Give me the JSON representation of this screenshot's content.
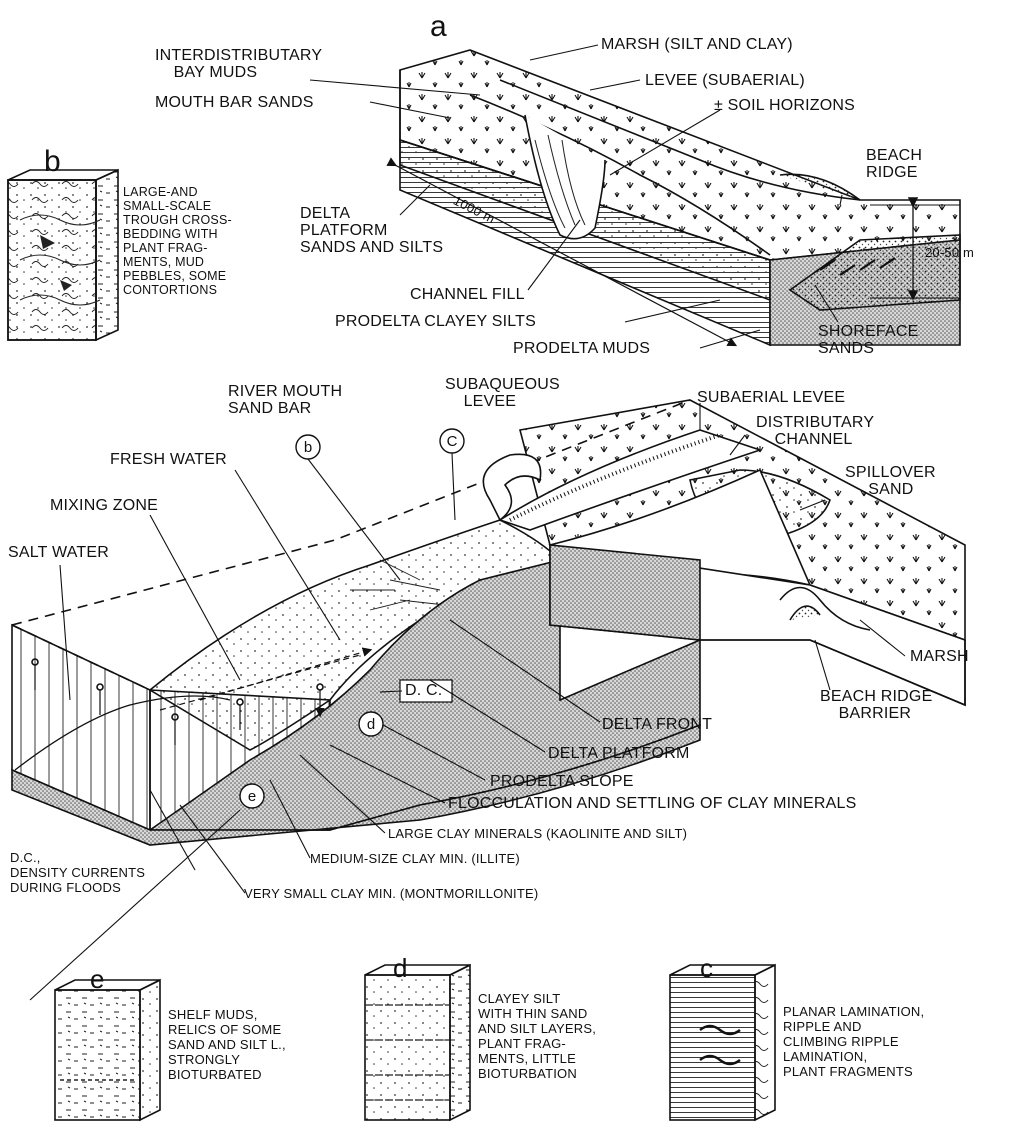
{
  "panel_letters": {
    "a": "a",
    "b": "b",
    "c": "c",
    "d": "d",
    "e": "e"
  },
  "upper_block": {
    "interdistributary": "INTERDISTRIBUTARY\n    BAY MUDS",
    "mouth_bar_sands": "MOUTH BAR SANDS",
    "marsh": "MARSH (SILT AND CLAY)",
    "levee": "LEVEE (SUBAERIAL)",
    "soil_horizons": "± SOIL HORIZONS",
    "beach_ridge": "BEACH\nRIDGE",
    "scale_length": "1000 m",
    "thickness": "20-50 m",
    "delta_platform": "DELTA\nPLATFORM\nSANDS AND SILTS",
    "channel_fill": "CHANNEL FILL",
    "prodelta_clayey_silts": "PRODELTA CLAYEY SILTS",
    "prodelta_muds": "PRODELTA MUDS",
    "shoreface_sands": "SHOREFACE\nSANDS"
  },
  "column_b": {
    "letter": "b",
    "description": "LARGE-AND\nSMALL-SCALE\nTROUGH CROSS-\nBEDDING WITH\nPLANT FRAG-\nMENTS, MUD\nPEBBLES, SOME\nCONTORTIONS"
  },
  "lower_block": {
    "river_mouth_sand_bar": "RIVER MOUTH\nSAND BAR",
    "subaqueous_levee": "SUBAQUEOUS\n    LEVEE",
    "subaerial_levee": "SUBAERIAL LEVEE",
    "distributary_channel": "DISTRIBUTARY\n    CHANNEL",
    "spillover_sand": "SPILLOVER\n     SAND",
    "fresh_water": "FRESH WATER",
    "mixing_zone": "MIXING ZONE",
    "salt_water": "SALT WATER",
    "marsh": "MARSH",
    "beach_ridge_barrier": "BEACH RIDGE\n    BARRIER",
    "dc_marker": "D. C.",
    "delta_front": "DELTA FRONT",
    "delta_platform": "DELTA PLATFORM",
    "prodelta_slope": "PRODELTA SLOPE",
    "flocculation": "FLOCCULATION AND SETTLING OF CLAY MINERALS",
    "large_clay": "LARGE CLAY MINERALS (KAOLINITE AND SILT)",
    "medium_clay": "MEDIUM-SIZE CLAY MIN. (ILLITE)",
    "very_small_clay": "VERY SMALL CLAY MIN. (MONTMORILLONITE)",
    "density_currents": "D.C.,\nDENSITY CURRENTS\nDURING FLOODS",
    "marker_b": "b",
    "marker_c": "C",
    "marker_d": "d",
    "marker_e": "e"
  },
  "column_e": {
    "letter": "e",
    "description": "SHELF MUDS,\nRELICS OF SOME\nSAND AND SILT L.,\nSTRONGLY\nBIOTURBATED"
  },
  "column_d": {
    "letter": "d",
    "description": "CLAYEY SILT\nWITH THIN SAND\nAND SILT LAYERS,\nPLANT FRAG-\nMENTS, LITTLE\nBIOTURBATION"
  },
  "column_c": {
    "letter": "c",
    "description": "PLANAR LAMINATION,\nRIPPLE AND\nCLIMBING RIPPLE\nLAMINATION,\nPLANT FRAGMENTS"
  },
  "colors": {
    "ink": "#111111",
    "stipple": "#9a9a9a",
    "paper": "#ffffff"
  }
}
